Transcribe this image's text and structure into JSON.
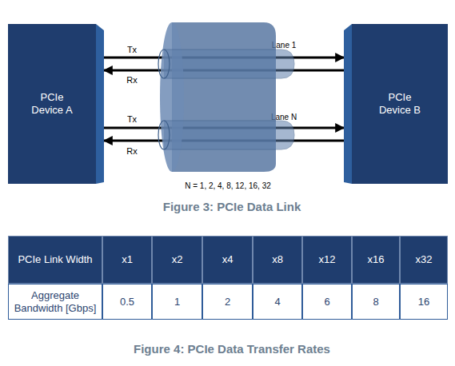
{
  "diagram": {
    "caption": "Figure 3: PCIe Data Link",
    "nodes": [
      {
        "text": [
          "PCIe Device A"
        ]
      },
      {
        "text": [
          "PCIe Device B"
        ]
      }
    ],
    "edges": [
      {
        "from": 0,
        "to": 1,
        "arrow": "to",
        "label": "Tx"
      },
      {
        "from": 1,
        "to": 0,
        "arrow": "to",
        "label": "Rx"
      },
      {
        "from": 0,
        "to": 1,
        "arrow": "to",
        "label": "Tx"
      },
      {
        "from": 1,
        "to": 0,
        "arrow": "to",
        "label": "Rx"
      }
    ],
    "labels": [
      "Lane 1",
      "Lane N",
      "N = 1, 2, 4, 8, 12, 16, 32",
      "PCIe Link Width",
      "x1",
      "x2",
      "x4",
      "x8",
      "x12",
      "x16",
      "x32",
      "Aggregate Bandwidth [Gbps]",
      "0.5",
      "1",
      "2",
      "4",
      "6",
      "8",
      "16",
      "Figure 4: PCIe Data Transfer Rates"
    ]
  }
}
